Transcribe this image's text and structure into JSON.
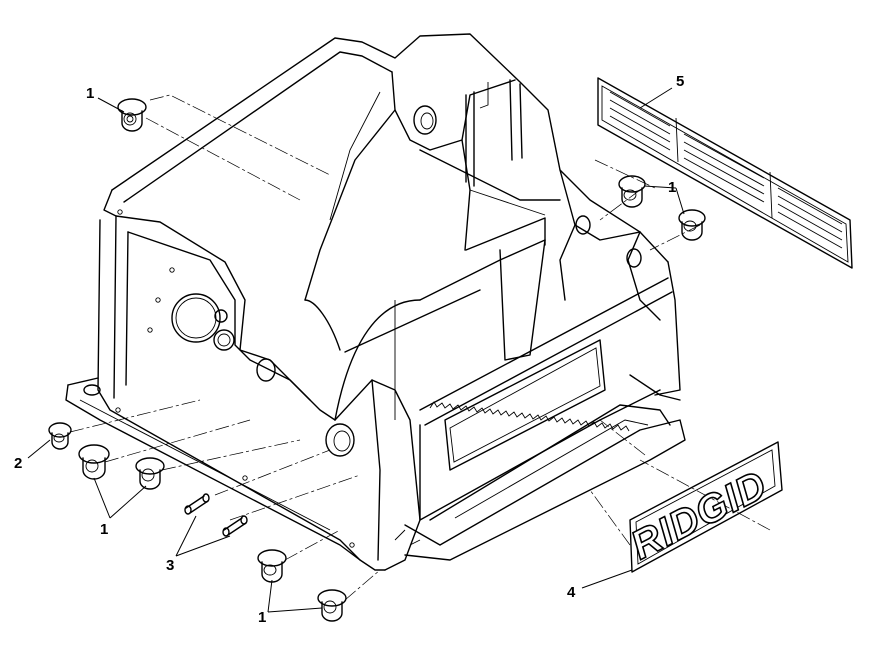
{
  "callouts": {
    "c1a": "1",
    "c1b": "1",
    "c1c": "1",
    "c1d": "1",
    "c2": "2",
    "c3": "3",
    "c4": "4",
    "c5": "5"
  },
  "logo": {
    "text": "RIDGID"
  },
  "icons": {
    "frame": "machine-frame-icon",
    "bushing": "bushing-icon",
    "pin": "dowel-pin-icon",
    "label": "warning-label-icon",
    "nameplate": "ridgid-nameplate-icon"
  }
}
